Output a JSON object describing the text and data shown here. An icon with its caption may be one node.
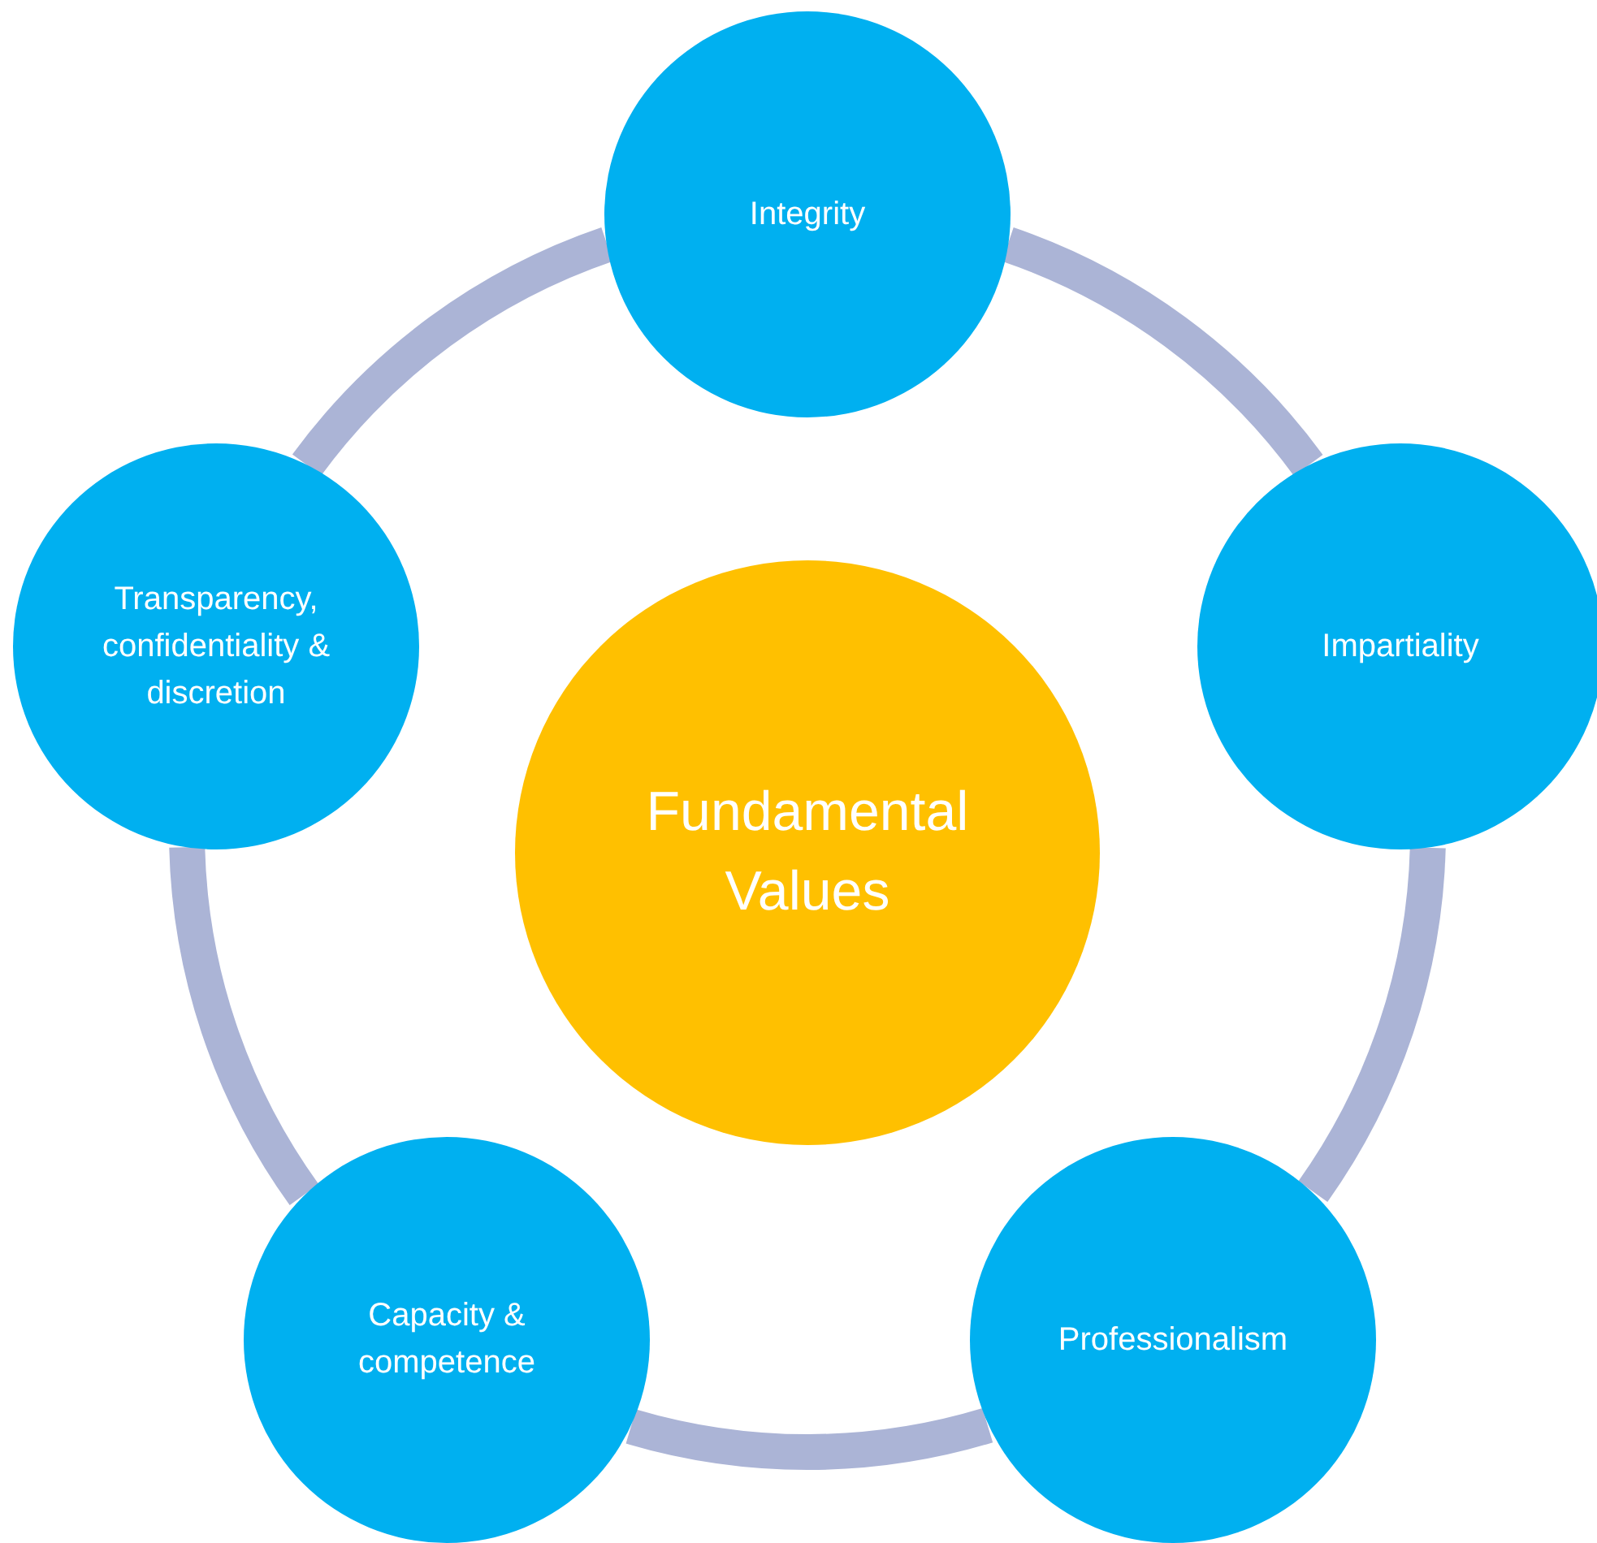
{
  "diagram": {
    "nodes": [
      {
        "text": [
          "Fundamental Values"
        ]
      },
      {
        "text": [
          "Integrity"
        ]
      },
      {
        "text": [
          "Impartiality"
        ]
      },
      {
        "text": [
          "Professionalism"
        ]
      },
      {
        "text": [
          "Capacity & competence"
        ]
      },
      {
        "text": [
          "Transparency, confidentiality & discretion"
        ]
      }
    ],
    "edges": [
      {
        "from": 1,
        "to": 2,
        "arrow": "none"
      },
      {
        "from": 2,
        "to": 3,
        "arrow": "none"
      },
      {
        "from": 3,
        "to": 4,
        "arrow": "none"
      },
      {
        "from": 4,
        "to": 5,
        "arrow": "none"
      },
      {
        "from": 5,
        "to": 1,
        "arrow": "none"
      }
    ]
  }
}
